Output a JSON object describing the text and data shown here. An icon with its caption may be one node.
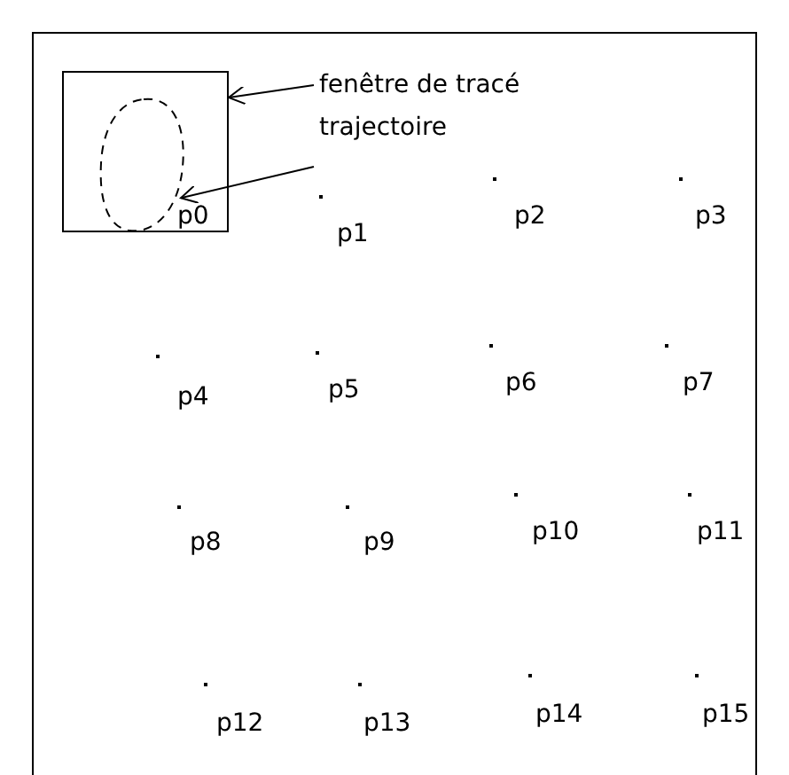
{
  "diagram": {
    "nodes": [
      {
        "text": [],
        "shape": "box"
      },
      {
        "text": [],
        "shape": "circle",
        "in": 0
      },
      {
        "text": [
          "fenêtre de tracé"
        ]
      },
      {
        "text": [
          "trajectoire"
        ]
      }
    ],
    "edges": [
      {
        "from": 2,
        "to": 0,
        "arrow": "to"
      },
      {
        "from": 3,
        "to": 1,
        "arrow": "to"
      }
    ],
    "labels": [
      "p0",
      "p1",
      "p2",
      "p3",
      "p4",
      "p5",
      "p6",
      "p7",
      "p8",
      "p9",
      "p10",
      "p11",
      "p12",
      "p13",
      "p14",
      "p15"
    ]
  }
}
